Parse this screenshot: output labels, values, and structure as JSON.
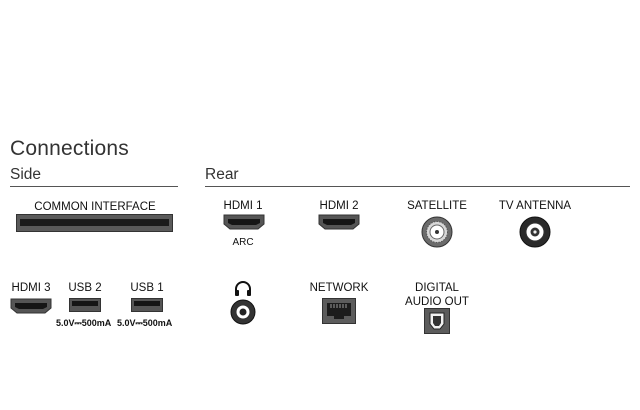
{
  "title": "Connections",
  "sections": {
    "side": "Side",
    "rear": "Rear"
  },
  "side": {
    "common_interface": "COMMON INTERFACE",
    "hdmi3": "HDMI 3",
    "usb2": "USB 2",
    "usb2_rating": "5.0V⎓500mA",
    "usb1": "USB 1",
    "usb1_rating": "5.0V⎓500mA"
  },
  "rear": {
    "hdmi1": "HDMI 1",
    "hdmi1_sub": "ARC",
    "hdmi2": "HDMI 2",
    "satellite": "SATELLITE",
    "tv_antenna": "TV ANTENNA",
    "network": "NETWORK",
    "digital_audio_out_line1": "DIGITAL",
    "digital_audio_out_line2": "AUDIO OUT"
  },
  "icons": {
    "common_interface": "ci-slot-icon",
    "hdmi": "hdmi-port-icon",
    "usb": "usb-port-icon",
    "satellite": "coax-f-connector-icon",
    "antenna": "coax-connector-icon",
    "headphone": "headphone-icon",
    "headphone_jack": "audio-jack-icon",
    "network": "ethernet-port-icon",
    "optical": "optical-port-icon"
  }
}
